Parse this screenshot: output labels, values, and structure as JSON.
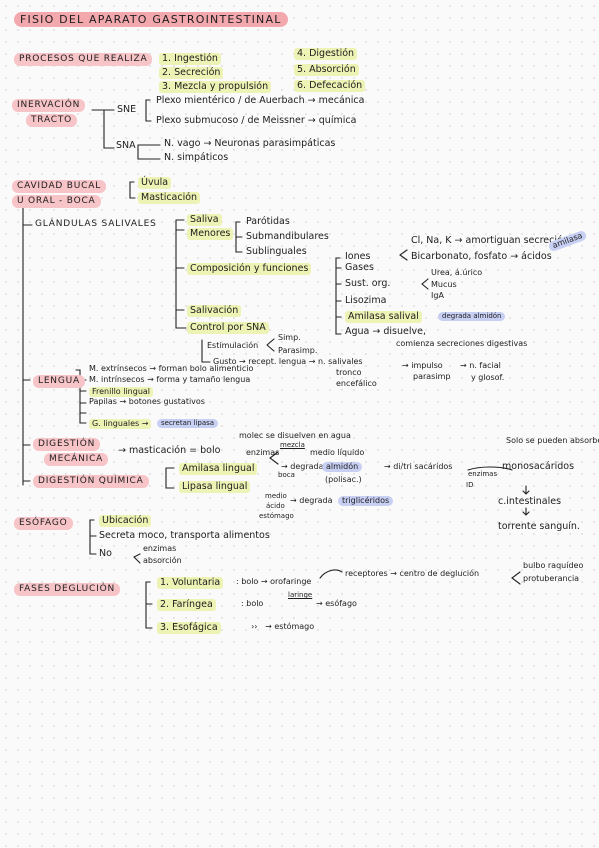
{
  "title": "FISIO DEL APARATO GASTROINTESTINAL",
  "procesos": {
    "label": "PROCESOS QUE REALIZA",
    "items": [
      "1. Ingestión",
      "2. Secreción",
      "3. Mezcla y propulsión",
      "4. Digestión",
      "5. Absorción",
      "6. Defecación"
    ]
  },
  "inervacion": {
    "label_1": "INERVACIÓN",
    "label_2": "TRACTO",
    "sne": "SNE",
    "sne_1": "Plexo mientérico / de Auerbach → mecánica",
    "sne_2": "Plexo submucoso / de Meissner → química",
    "sna": "SNA",
    "sna_1": "N. vago → Neuronas parasimpáticas",
    "sna_2": "N. simpáticos"
  },
  "cavidad": {
    "label_1": "CAVIDAD BUCAL",
    "label_2": "U ORAL - BOCA",
    "item_1": "Úvula",
    "item_2": "Masticación"
  },
  "glandulas": {
    "label": "GLÁNDULAS SALIVALES",
    "saliva": "Saliva",
    "menores": "Menores",
    "parotidas": "Parótidas",
    "submandibulares": "Submandibulares",
    "sublinguales": "Sublinguales",
    "composicion": "Composición y funciones",
    "iones": "Iones",
    "iones_1": "Cl, Na, K → amortiguan secreción",
    "iones_2": "Bicarbonato, fosfato → ácidos",
    "amilasa_note": "amilasa",
    "gases": "Gases",
    "sust": "Sust. org.",
    "urea": "Urea, á.úrico",
    "mucus": "Mucus",
    "iga": "IgA",
    "lisozima": "Lisozima",
    "amilasa": "Amilasa salival",
    "amilasa_deg": "degrada almidón",
    "agua": "Agua → disuelve,",
    "agua_2": "comienza secreciones digestivas",
    "salivacion": "Salivación",
    "control": "Control por SNA",
    "estimulacion": "Estimulación",
    "simp": "Simp.",
    "parasimp": "Parasimp.",
    "gusto": "Gusto → recept. lengua → n. salivales",
    "tronco": "tronco",
    "encefalico": "encefálico",
    "impulso": "→ impulso",
    "parasimp2": "parasimp",
    "facial": "→ n. facial",
    "glosof": "y glosof."
  },
  "lengua": {
    "label": "LENGUA",
    "item_1": "M. extrínsecos → forman bolo alimenticio",
    "item_2": "M. intrínsecos → forma y tamaño lengua",
    "item_3": "Frenillo lingual",
    "item_4": "Papilas → botones gustativos",
    "item_5": "G. linguales →",
    "item_5b": "secretan lipasa"
  },
  "digestion_mec": {
    "label_1": "DIGESTIÓN",
    "label_2": "MECÁNICA",
    "text": "→ masticación = bolo",
    "branch_1": "molec se disuelven en agua",
    "branch_2a": "enzimas",
    "branch_2b": "mezcla",
    "branch_2c": "medio líquido"
  },
  "digestion_quim": {
    "label": "DIGESTIÓN QUÍMICA",
    "amilasa": "Amilasa lingual",
    "boca": "boca",
    "degrada": "→ degrada",
    "almidon": "almidón",
    "polisac": "(polisac.)",
    "disacaridos": "→ di/tri sacáridos",
    "enzimas": "enzimas",
    "id": "ID",
    "monosac": "monosacáridos",
    "nota": "Solo se pueden absorber",
    "intestinales": "c.intestinales",
    "torrente": "torrente sanguín.",
    "lipasa": "Lipasa lingual",
    "medio": "medio",
    "acido": "ácido",
    "estomago": "estómago",
    "degrada2": "→ degrada",
    "trigliceridos": "triglicéridos"
  },
  "esofago": {
    "label": "ESÓFAGO",
    "ubicacion": "Ubicación",
    "secreta": "Secreta moco, transporta alimentos",
    "no": "No",
    "enzimas": "enzimas",
    "absorcion": "absorción"
  },
  "fases": {
    "label": "FASES DEGLUCIÓN",
    "f1": "1. Voluntaria",
    "f1_text": ": bolo → orofaringe",
    "receptores": "receptores → centro de deglución",
    "bulbo": "bulbo raquídeo",
    "protuberancia": "protuberancia",
    "f2": "2. Faríngea",
    "f2_text": ": bolo",
    "laringe": "laringe",
    "esofago": "→ esófago",
    "f3": "3. Esofágica",
    "f3_text": "  ››   → estómago"
  }
}
